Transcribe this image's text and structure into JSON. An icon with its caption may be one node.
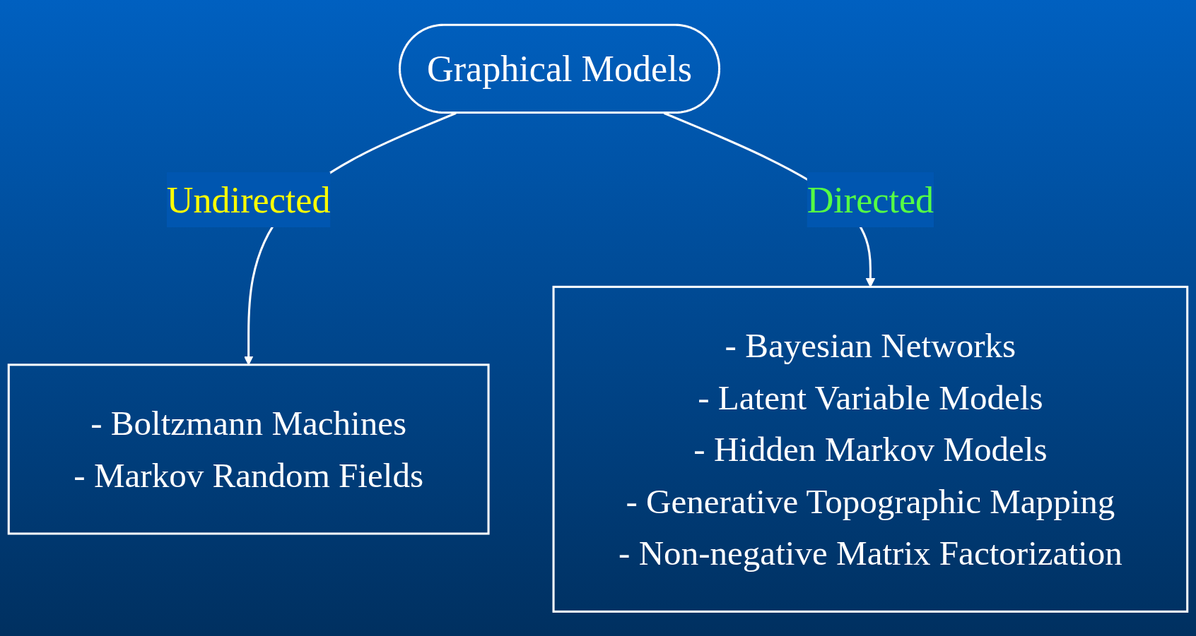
{
  "diagram": {
    "nodes": [
      {
        "text": [
          "Graphical Models"
        ]
      },
      {
        "text": [
          "- Boltzmann Machines",
          "- Markov Random Fields"
        ]
      },
      {
        "text": [
          "- Bayesian Networks",
          "- Latent Variable Models",
          "- Hidden Markov Models",
          "- Generative Topographic Mapping",
          "- Non-negative Matrix Factorization"
        ]
      }
    ],
    "edges": [
      {
        "from": 0,
        "to": 1,
        "arrow": "to",
        "label": "Undirected"
      },
      {
        "from": 0,
        "to": 2,
        "arrow": "to",
        "label": "Directed"
      }
    ]
  }
}
